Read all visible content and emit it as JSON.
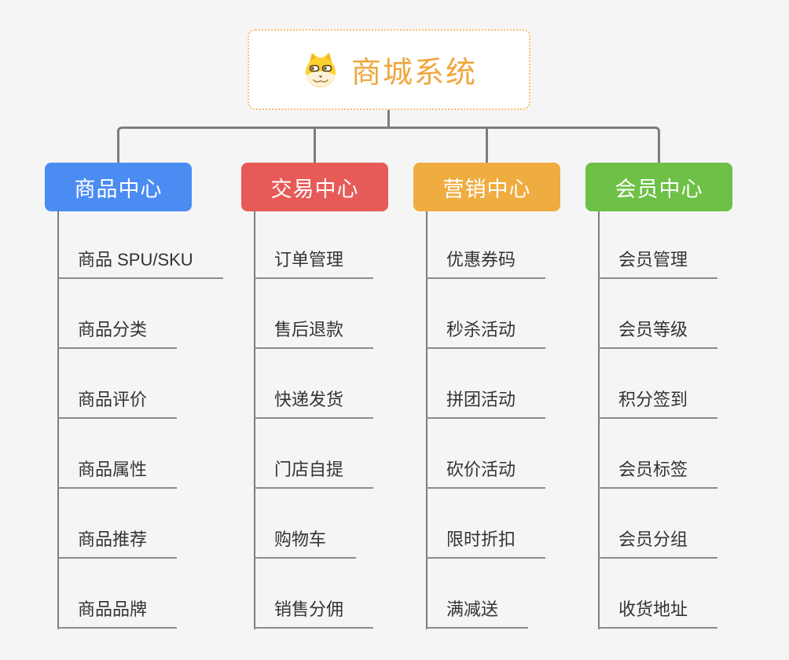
{
  "root": {
    "title": "商城系统",
    "icon": "doge-icon"
  },
  "theme": {
    "background": "#f5f5f5",
    "connector_color": "#7d7d7d",
    "leaf_line_color": "#8c8c8c",
    "leaf_text_color": "#333333",
    "root_border_color": "#f4c068",
    "root_text_color": "#f0a63e"
  },
  "branches": [
    {
      "label": "商品中心",
      "color": "#4b8cf3",
      "items": [
        "商品 SPU/SKU",
        "商品分类",
        "商品评价",
        "商品属性",
        "商品推荐",
        "商品品牌"
      ]
    },
    {
      "label": "交易中心",
      "color": "#e65b57",
      "items": [
        "订单管理",
        "售后退款",
        "快递发货",
        "门店自提",
        "购物车",
        "销售分佣"
      ]
    },
    {
      "label": "营销中心",
      "color": "#efac40",
      "items": [
        "优惠券码",
        "秒杀活动",
        "拼团活动",
        "砍价活动",
        "限时折扣",
        "满减送"
      ]
    },
    {
      "label": "会员中心",
      "color": "#6ec046",
      "items": [
        "会员管理",
        "会员等级",
        "积分签到",
        "会员标签",
        "会员分组",
        "收货地址"
      ]
    }
  ]
}
